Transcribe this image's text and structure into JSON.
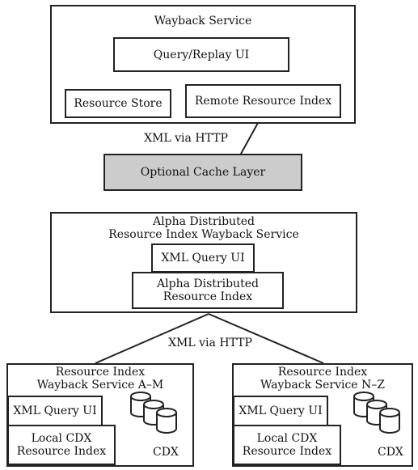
{
  "wayback_service": {
    "title": "Wayback Service",
    "query_replay_ui": "Query/Replay UI",
    "resource_store": "Resource Store",
    "remote_resource_index": "Remote Resource Index"
  },
  "connector_top": "XML via HTTP",
  "cache_layer": "Optional Cache Layer",
  "alpha_service": {
    "title": "Alpha Distributed\nResource Index Wayback Service",
    "xml_query_ui": "XML Query UI",
    "index": "Alpha Distributed\nResource Index"
  },
  "connector_bottom": "XML via HTTP",
  "service_am": {
    "title": "Resource Index\nWayback Service A–M",
    "xml_query_ui": "XML Query UI",
    "local_index": "Local CDX\nResource Index",
    "cdx": "CDX"
  },
  "service_nz": {
    "title": "Resource Index\nWayback Service N–Z",
    "xml_query_ui": "XML Query UI",
    "local_index": "Local CDX\nResource Index",
    "cdx": "CDX"
  },
  "colors": {
    "border": "#222222",
    "cache_fill": "#cccccc",
    "background": "#ffffff"
  }
}
